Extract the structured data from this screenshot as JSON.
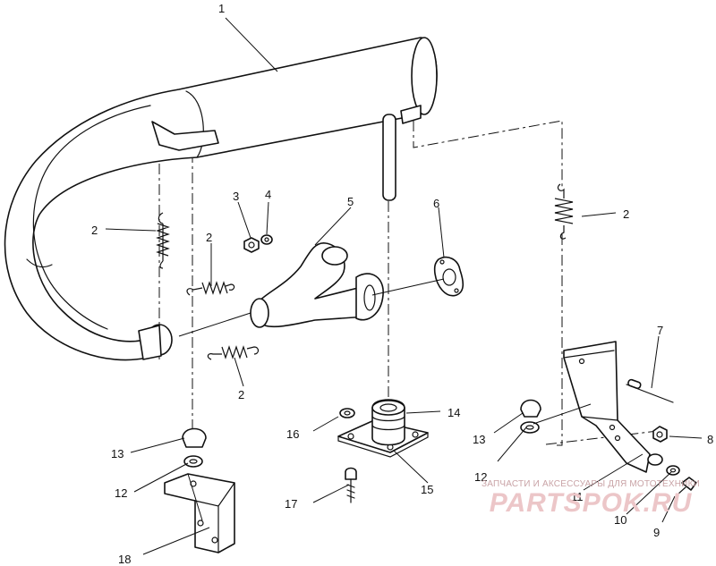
{
  "diagram": {
    "callouts": [
      "1",
      "2",
      "3",
      "4",
      "5",
      "6",
      "2",
      "2",
      "2",
      "7",
      "8",
      "9",
      "10",
      "11",
      "12",
      "13",
      "14",
      "15",
      "16",
      "17",
      "12",
      "13",
      "18"
    ]
  },
  "watermark": {
    "caption": "ЗАПЧАСТИ И АКСЕССУАРЫ ДЛЯ МОТОТЕХНИКИ",
    "brand": "PARTSPOK.RU"
  },
  "colors": {
    "line": "#111111",
    "watermark": "#ecc6c8"
  }
}
